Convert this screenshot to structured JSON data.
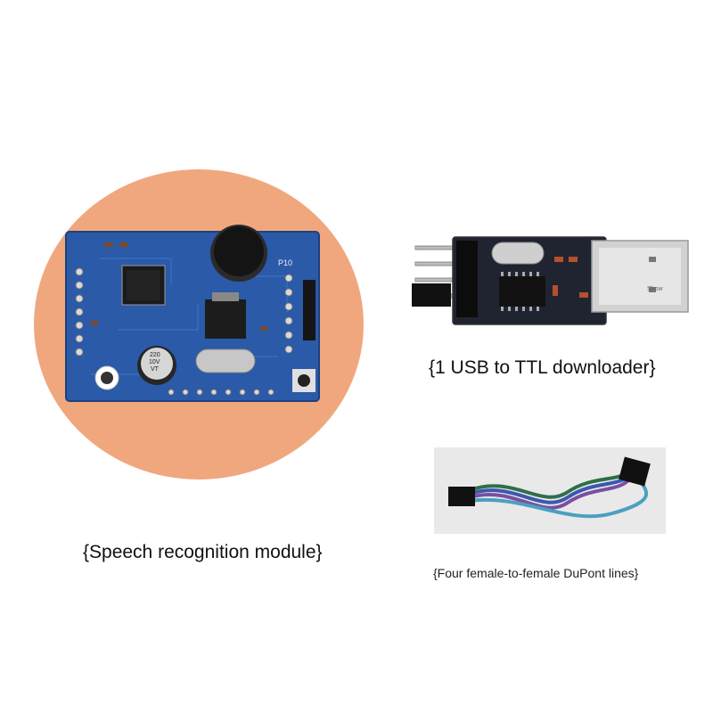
{
  "captions": {
    "speech_module": "{Speech recognition module}",
    "usb_downloader": "{1 USB to TTL downloader}",
    "dupont_lines": "{Four female-to-female DuPont lines}"
  },
  "board_labels": {
    "pin_header": "P10",
    "capacitor_1": "220",
    "capacitor_2": "10V",
    "capacitor_3": "VT"
  },
  "usb_labels": {
    "connector_mark": "Show"
  },
  "colors": {
    "circle": "#f0a77e",
    "board": "#2a5aa8",
    "usb_board": "#1f2430",
    "cable_bg": "#e9e9e9"
  }
}
